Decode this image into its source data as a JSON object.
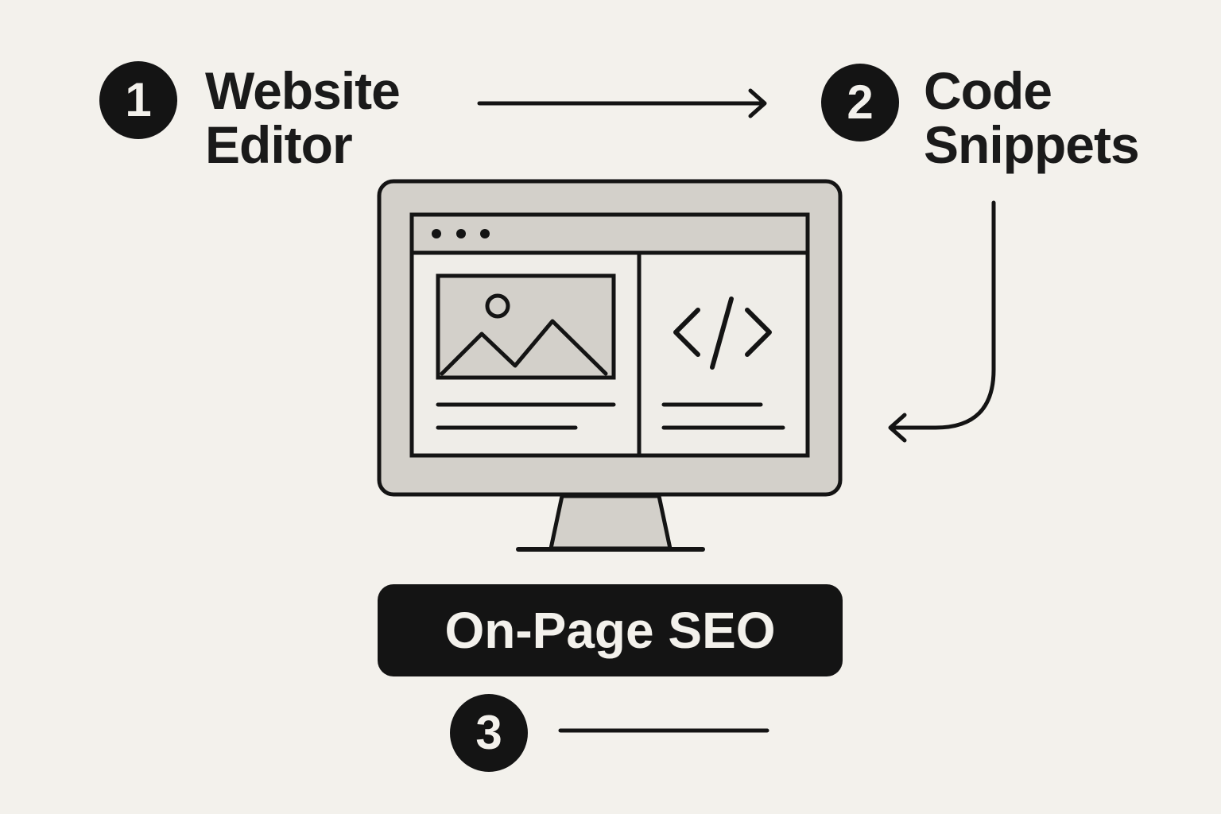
{
  "steps": [
    {
      "number": "1",
      "label_line1": "Website",
      "label_line2": "Editor"
    },
    {
      "number": "2",
      "label_line1": "Code",
      "label_line2": "Snippets"
    },
    {
      "number": "3"
    }
  ],
  "result_label": "On-Page SEO",
  "icons": {
    "monitor": "monitor-icon",
    "image": "image-placeholder-icon",
    "code": "code-brackets-icon",
    "browser_dots": "window-dots-icon"
  },
  "colors": {
    "background": "#f3f1ec",
    "ink": "#141414",
    "screen_fill": "#d3d0ca",
    "panel_fill": "#efede8"
  }
}
